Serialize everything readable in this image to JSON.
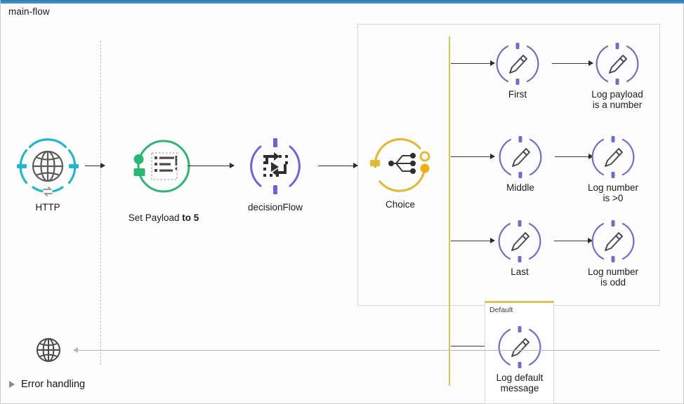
{
  "window": {
    "flow_title": "main-flow",
    "accent_top_bar_color": "#3d8fc7"
  },
  "colors": {
    "http_listener": "#23b6cd",
    "set_payload": "#2bb673",
    "flow_ref": "#6c63d8",
    "choice": "#e0bb3a",
    "logger": "#6f6fc4",
    "arrow": "#2b2b2b",
    "return_arrow": "#b6b6b6",
    "spine": "#d9c55a"
  },
  "source": {
    "label": "HTTP",
    "icon": "globe-icon"
  },
  "process": [
    {
      "label_plain": "Set Payload ",
      "label_bold": "to 5",
      "icon": "set-payload-icon"
    },
    {
      "label_plain": "decisionFlow",
      "label_bold": "",
      "icon": "flow-reference-icon"
    },
    {
      "label_plain": "Choice",
      "label_bold": "",
      "icon": "choice-router-icon"
    }
  ],
  "choice_branches": [
    {
      "condition_label": "First",
      "condition_icon": "logger-icon",
      "logger_label": "Log payload\nis a number",
      "logger_icon": "logger-icon"
    },
    {
      "condition_label": "Middle",
      "condition_icon": "logger-icon",
      "logger_label": "Log number\nis >0",
      "logger_icon": "logger-icon"
    },
    {
      "condition_label": "Last",
      "condition_icon": "logger-icon",
      "logger_label": "Log number\nis odd",
      "logger_icon": "logger-icon"
    }
  ],
  "default_scope": {
    "title": "Default",
    "logger_label": "Log default\nmessage",
    "logger_icon": "logger-icon"
  },
  "response": {
    "icon": "globe-icon"
  },
  "footer": {
    "error_handling_label": "Error handling",
    "expander_icon": "triangle-right-icon"
  }
}
